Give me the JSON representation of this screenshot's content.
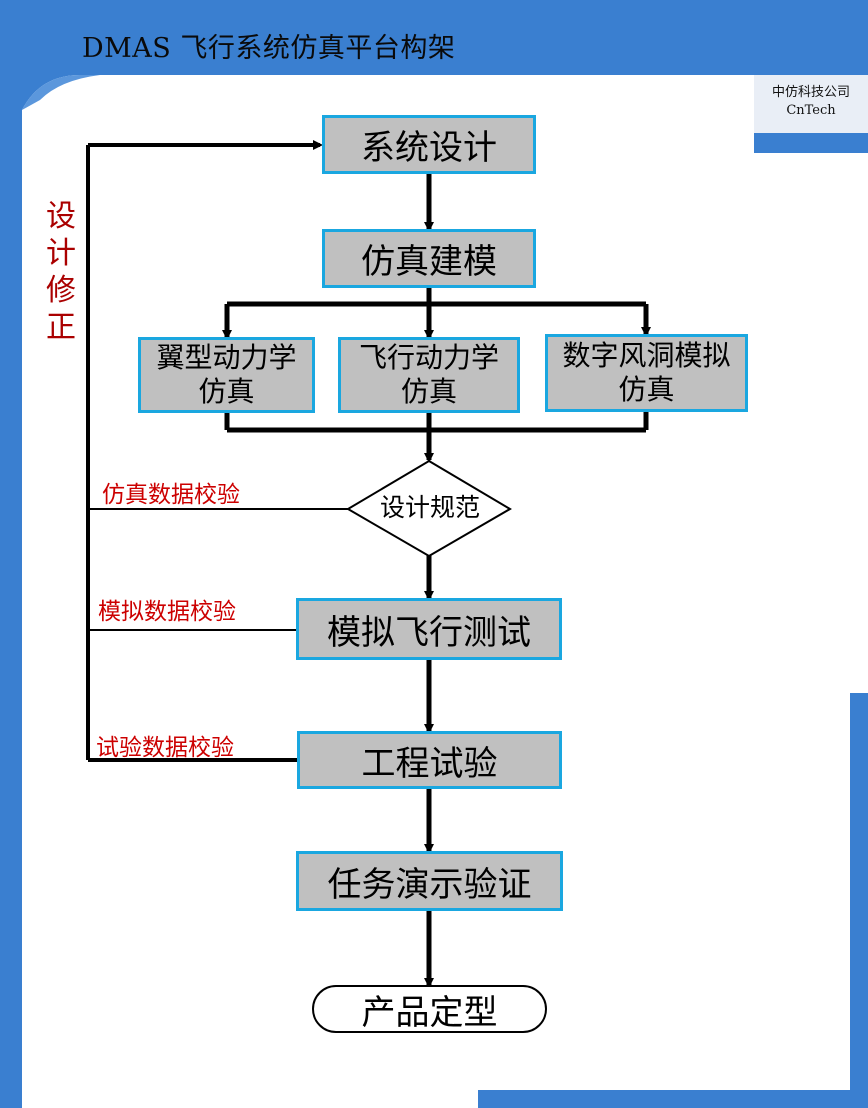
{
  "header": {
    "title": "DMAS 飞行系统仿真平台构架"
  },
  "brand": {
    "line1": "中仿科技公司",
    "line2": "CnTech"
  },
  "feedback_label": "设计修正",
  "nodes": {
    "system_design": "系统设计",
    "sim_modeling": "仿真建模",
    "wing_aero": {
      "line1": "翼型动力学",
      "line2": "仿真"
    },
    "flight_dyn": {
      "line1": "飞行动力学",
      "line2": "仿真"
    },
    "wind_tunnel": {
      "line1": "数字风洞模拟",
      "line2": "仿真"
    },
    "design_spec": "设计规范",
    "sim_flight_test": "模拟飞行测试",
    "eng_test": "工程试验",
    "mission_demo": "任务演示验证",
    "final": "产品定型"
  },
  "branch_labels": {
    "sim_data": "仿真数据校验",
    "simulated_data": "模拟数据校验",
    "test_data": "试验数据校验"
  },
  "colors": {
    "header_blue": "#3a7fd0",
    "box_fill": "#c0c0c0",
    "box_border": "#1aa7e0",
    "label_red": "#cc0000"
  }
}
